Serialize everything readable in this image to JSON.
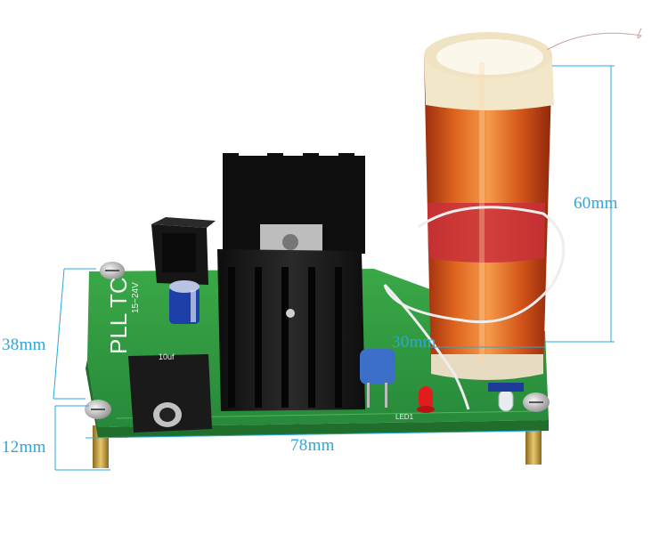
{
  "product": {
    "board_label": "PLL TC",
    "silkscreen_voltage": "15~24V",
    "silkscreen_cap": "10uf",
    "silkscreen_led": "LED1"
  },
  "dimensions": {
    "coil_height": "60mm",
    "coil_diameter": "30mm",
    "board_height": "38mm",
    "standoff_height": "12mm",
    "board_length": "78mm"
  },
  "colors": {
    "dimension_lines": "#29a8e0",
    "pcb": "#2f9a3e",
    "coil_copper": "#d2531a",
    "heatsink": "#1c1c1c"
  }
}
